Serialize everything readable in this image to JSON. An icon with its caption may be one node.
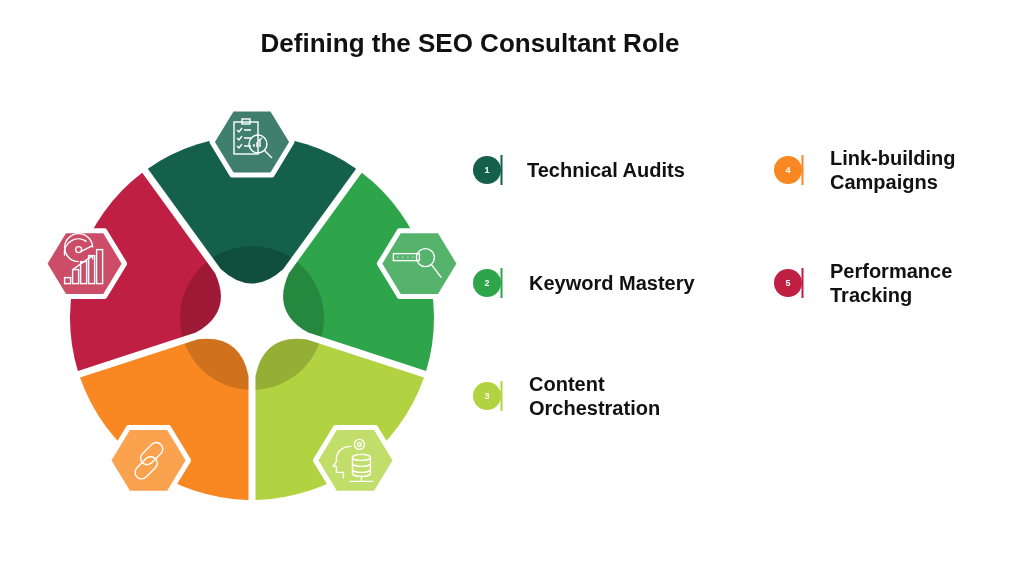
{
  "diagram": {
    "title": "Defining the SEO Consultant Role",
    "nodes": [
      {
        "text": [
          "1"
        ],
        "beside": [
          "Technical Audits"
        ]
      },
      {
        "text": [
          "2"
        ],
        "beside": [
          "Keyword Mastery"
        ]
      },
      {
        "text": [
          "3"
        ],
        "beside": [
          "Content Orchestration"
        ]
      },
      {
        "text": [
          "4"
        ],
        "beside": [
          "Link-building Campaigns"
        ]
      },
      {
        "text": [
          "5"
        ],
        "beside": [
          "Performance Tracking"
        ]
      }
    ],
    "edges": []
  }
}
